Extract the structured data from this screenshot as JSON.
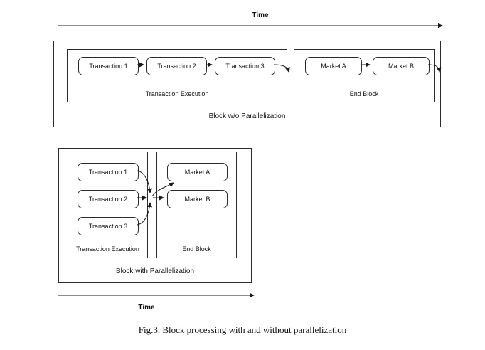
{
  "caption": "Fig.3. Block processing with and without parallelization",
  "axes": {
    "top_label": "Time",
    "bottom_label": "Time"
  },
  "serial": {
    "title": "Block w/o Parallelization",
    "execution": {
      "title": "Transaction Execution",
      "nodes": [
        "Transaction 1",
        "Transaction 2",
        "Transaction 3"
      ]
    },
    "end_block": {
      "title": "End Block",
      "nodes": [
        "Market A",
        "Market B"
      ]
    }
  },
  "parallel": {
    "title": "Block with Parallelization",
    "execution": {
      "title": "Transaction Execution",
      "nodes": [
        "Transaction 1",
        "Transaction 2",
        "Transaction 3"
      ]
    },
    "end_block": {
      "title": "End Block",
      "nodes": [
        "Market A",
        "Market B"
      ]
    }
  },
  "colors": {
    "line": "#1a1a1a",
    "background": "#ffffff"
  }
}
